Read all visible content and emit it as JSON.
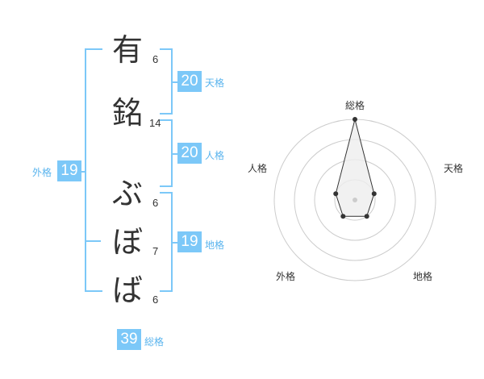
{
  "name": {
    "characters": [
      {
        "char": "有",
        "strokes": "6"
      },
      {
        "char": "銘",
        "strokes": "14"
      },
      {
        "char": "ぶ",
        "strokes": "6"
      },
      {
        "char": "ぼ",
        "strokes": "7"
      },
      {
        "char": "ば",
        "strokes": "6"
      }
    ]
  },
  "fortune": {
    "tenkaku": {
      "value": "20",
      "label": "天格"
    },
    "jinkaku": {
      "value": "20",
      "label": "人格"
    },
    "chikaku": {
      "value": "19",
      "label": "地格"
    },
    "gaikaku": {
      "value": "19",
      "label": "外格"
    },
    "soukaku": {
      "value": "39",
      "label": "総格"
    }
  },
  "radar": {
    "axes": [
      "総格",
      "天格",
      "地格",
      "外格",
      "人格"
    ],
    "values": [
      4,
      1,
      1,
      1,
      1
    ],
    "max": 4,
    "colors": {
      "ring": "#cccccc",
      "fill": "#eeeeee",
      "line": "#333333",
      "center": "#cccccc"
    }
  }
}
